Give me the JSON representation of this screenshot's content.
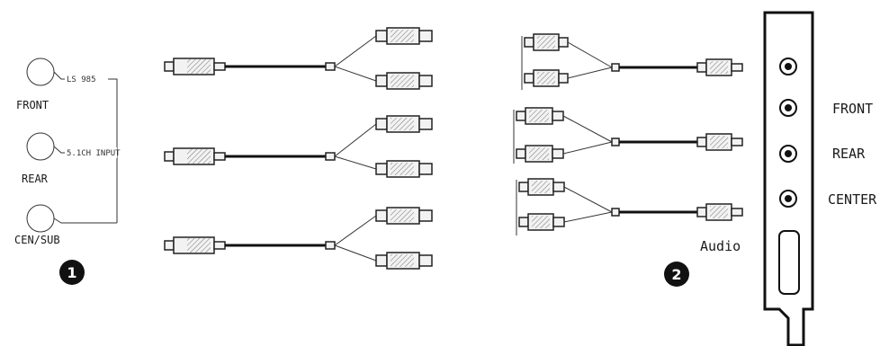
{
  "speaker_panel": {
    "jacks": [
      "FRONT",
      "REAR",
      "CEN/SUB"
    ],
    "wire_labels": [
      "LS 985",
      "5.1CH INPUT"
    ],
    "badge": "1"
  },
  "sound_card": {
    "jacks": [
      "FRONT",
      "REAR",
      "CENTER"
    ],
    "audio_label": "Audio",
    "badge": "2"
  }
}
